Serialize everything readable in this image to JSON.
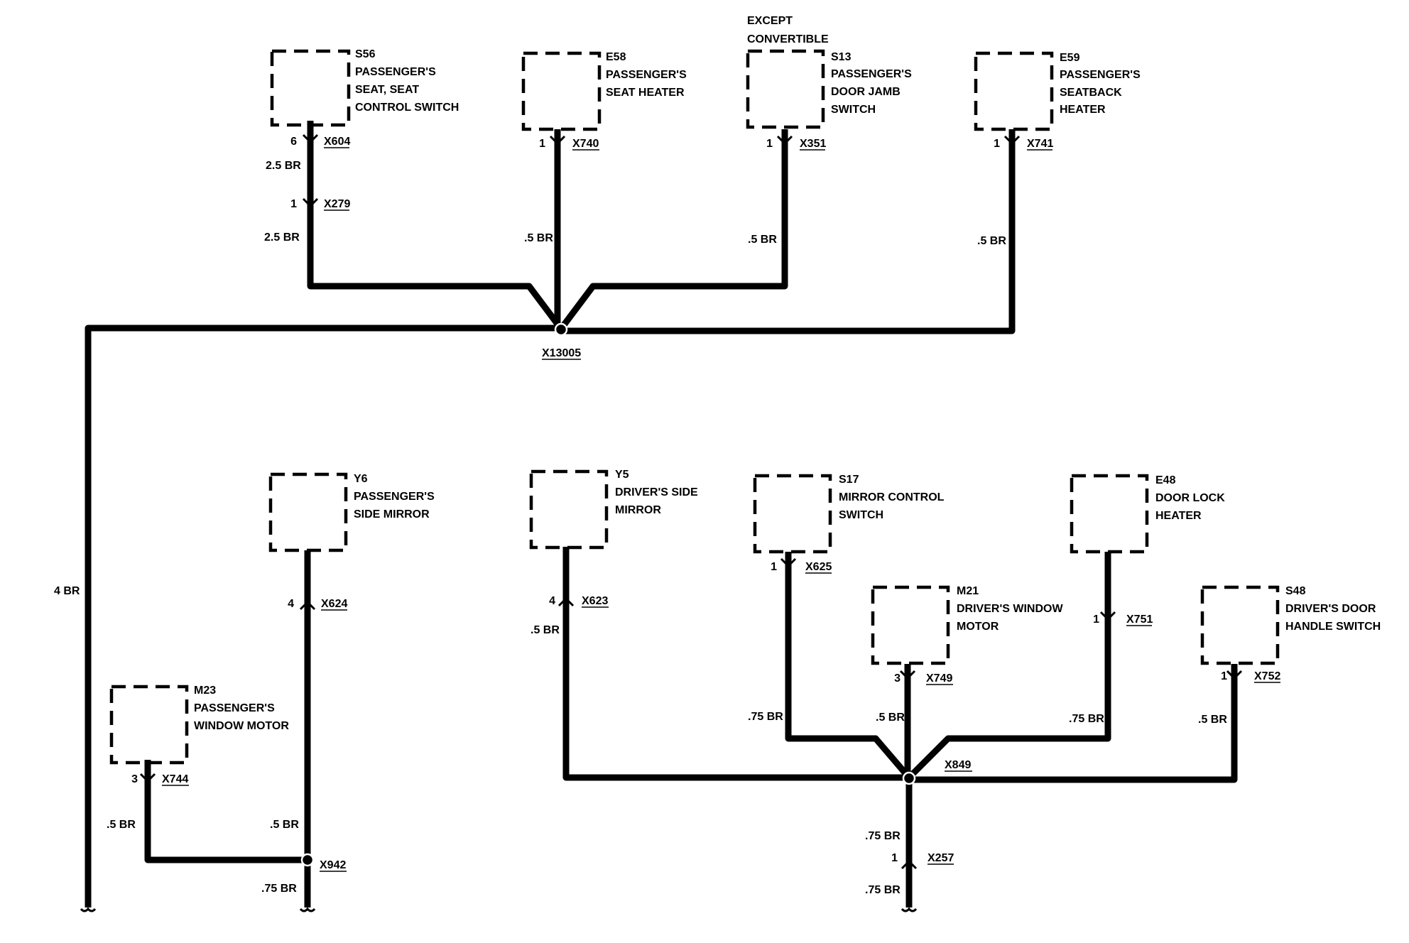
{
  "components": {
    "s56": {
      "code": "S56",
      "l1": "PASSENGER'S",
      "l2": "SEAT, SEAT",
      "l3": "CONTROL SWITCH"
    },
    "e58": {
      "code": "E58",
      "l1": "PASSENGER'S",
      "l2": "SEAT HEATER"
    },
    "s13": {
      "note1": "EXCEPT",
      "note2": "CONVERTIBLE",
      "code": "S13",
      "l1": "PASSENGER'S",
      "l2": "DOOR JAMB",
      "l3": "SWITCH"
    },
    "e59": {
      "code": "E59",
      "l1": "PASSENGER'S",
      "l2": "SEATBACK",
      "l3": "HEATER"
    },
    "y6": {
      "code": "Y6",
      "l1": "PASSENGER'S",
      "l2": "SIDE MIRROR"
    },
    "y5": {
      "code": "Y5",
      "l1": "DRIVER'S SIDE",
      "l2": "MIRROR"
    },
    "s17": {
      "code": "S17",
      "l1": "MIRROR CONTROL",
      "l2": "SWITCH"
    },
    "e48": {
      "code": "E48",
      "l1": "DOOR LOCK",
      "l2": "HEATER"
    },
    "m21": {
      "code": "M21",
      "l1": "DRIVER'S WINDOW",
      "l2": "MOTOR"
    },
    "s48": {
      "code": "S48",
      "l1": "DRIVER'S DOOR",
      "l2": "HANDLE SWITCH"
    },
    "m23": {
      "code": "M23",
      "l1": "PASSENGER'S",
      "l2": "WINDOW MOTOR"
    }
  },
  "connectors": {
    "x604": {
      "name": "X604",
      "pin": "6"
    },
    "x279": {
      "name": "X279",
      "pin": "1"
    },
    "x740": {
      "name": "X740",
      "pin": "1"
    },
    "x351": {
      "name": "X351",
      "pin": "1"
    },
    "x741": {
      "name": "X741",
      "pin": "1"
    },
    "x624": {
      "name": "X624",
      "pin": "4"
    },
    "x623": {
      "name": "X623",
      "pin": "4"
    },
    "x625": {
      "name": "X625",
      "pin": "1"
    },
    "x749": {
      "name": "X749",
      "pin": "3"
    },
    "x751": {
      "name": "X751",
      "pin": "1"
    },
    "x752": {
      "name": "X752",
      "pin": "1"
    },
    "x744": {
      "name": "X744",
      "pin": "3"
    },
    "x257": {
      "name": "X257",
      "pin": "1"
    }
  },
  "splices": {
    "x13005": "X13005",
    "x849": "X849",
    "x942": "X942"
  },
  "wires": {
    "s56_upper": "2.5 BR",
    "s56_lower": "2.5 BR",
    "e58": ".5 BR",
    "s13": ".5 BR",
    "e59": ".5 BR",
    "ground_main": "4 BR",
    "y5": ".5 BR",
    "s17": ".75 BR",
    "m21": ".5 BR",
    "e48": ".75 BR",
    "s48": ".5 BR",
    "x257_upper": ".75 BR",
    "x257_lower": ".75 BR",
    "m23": ".5 BR",
    "y6": ".5 BR",
    "x942_out": ".75 BR"
  },
  "colors": {
    "ink": "#000000",
    "background": "#ffffff"
  }
}
